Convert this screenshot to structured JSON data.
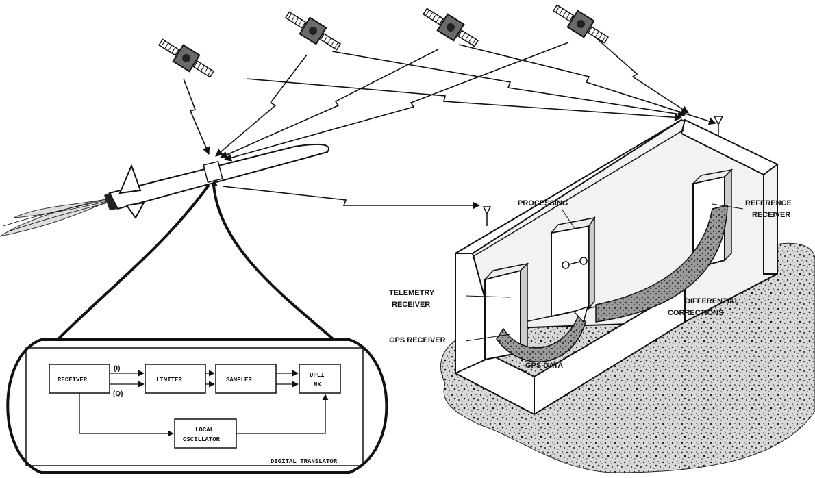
{
  "labels": {
    "processing": "PROCESSING",
    "reference_receiver_1": "REFERENCE",
    "reference_receiver_2": "RECEIVER",
    "telemetry_receiver_1": "TELEMETRY",
    "telemetry_receiver_2": "RECEIVER",
    "gps_receiver": "GPS RECEIVER",
    "gps_data": "GPS DATA",
    "differential_corrections_1": "DIFFERENTIAL",
    "differential_corrections_2": "CORRECTIONS"
  },
  "translator": {
    "blocks": {
      "receiver": "RECEIVER",
      "limiter": "LIMITER",
      "sampler": "SAMPLER",
      "uplink_1": "UPLI",
      "uplink_2": "NK",
      "local_osc_1": "LOCAL",
      "local_osc_2": "OSCILLATOR"
    },
    "channel_i": "(I)",
    "channel_q": "(Q)",
    "caption": "DIGITAL TRANSLATOR"
  }
}
